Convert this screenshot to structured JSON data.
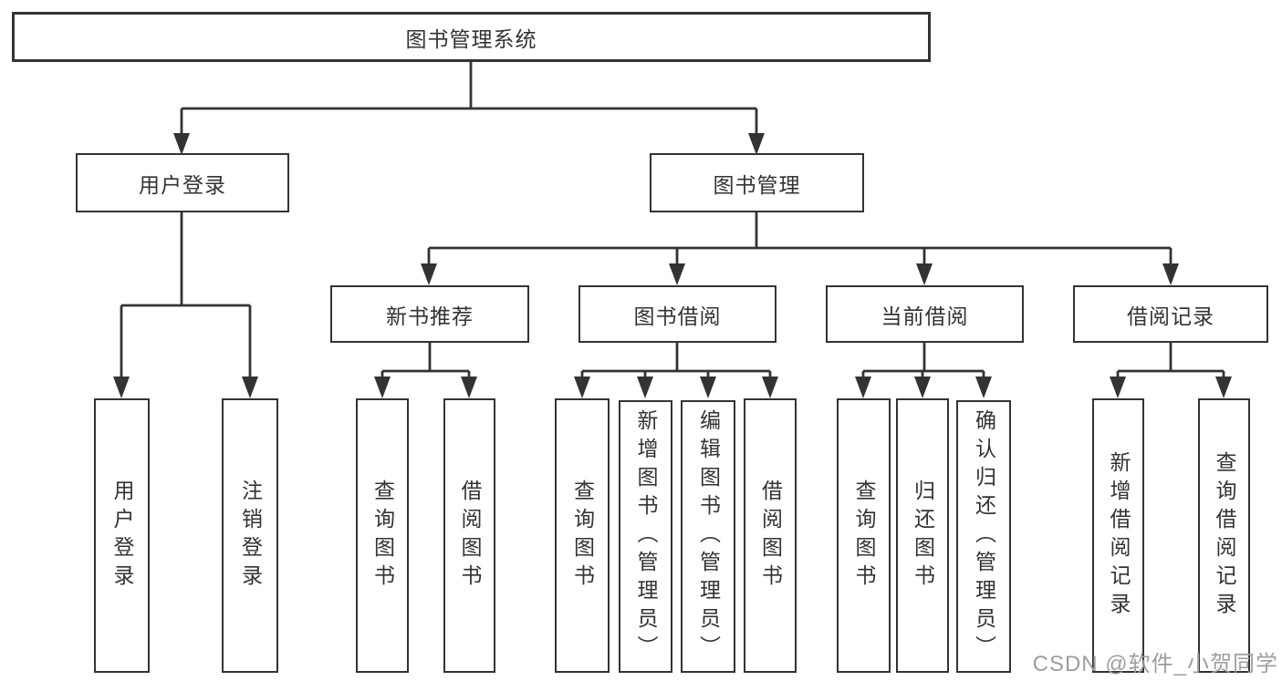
{
  "diagram": {
    "root": {
      "label": "图书管理系统"
    },
    "user_login": {
      "label": "用户登录",
      "children": [
        {
          "label": "用户登录"
        },
        {
          "label": "注销登录"
        }
      ]
    },
    "book_mgmt": {
      "label": "图书管理",
      "children": [
        {
          "label": "新书推荐",
          "children": [
            {
              "label": "查询图书"
            },
            {
              "label": "借阅图书"
            }
          ]
        },
        {
          "label": "图书借阅",
          "children": [
            {
              "label": "查询图书"
            },
            {
              "label": "新增图书（管理员）"
            },
            {
              "label": "编辑图书（管理员）"
            },
            {
              "label": "借阅图书"
            }
          ]
        },
        {
          "label": "当前借阅",
          "children": [
            {
              "label": "查询图书"
            },
            {
              "label": "归还图书"
            },
            {
              "label": "确认归还（管理员）"
            }
          ]
        },
        {
          "label": "借阅记录",
          "children": [
            {
              "label": "新增借阅记录"
            },
            {
              "label": "查询借阅记录"
            }
          ]
        }
      ]
    }
  },
  "watermark": {
    "text": "CSDN @软件_小贺同学"
  },
  "colors": {
    "line": "#333333",
    "text": "#333333",
    "box_background": "#ffffff",
    "page_background": "#ffffff",
    "watermark": "#9e9e9e"
  }
}
